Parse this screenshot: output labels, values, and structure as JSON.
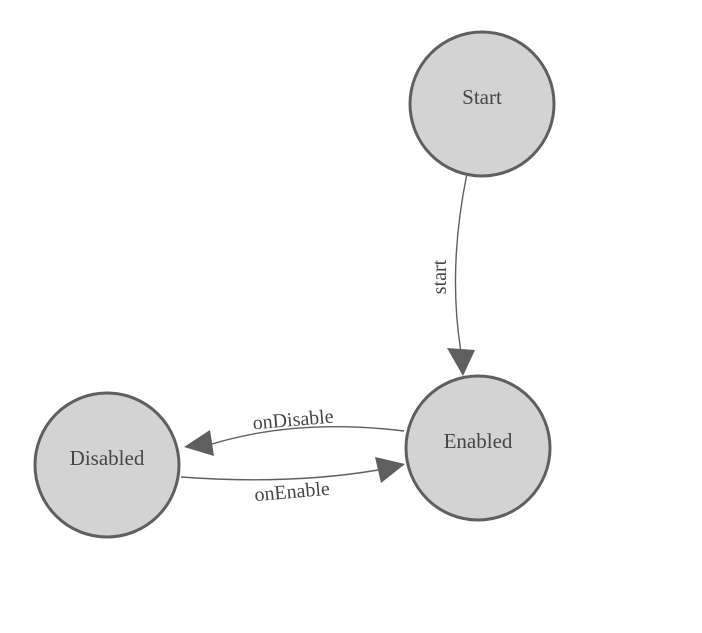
{
  "diagram": {
    "type": "state-machine-graph",
    "background": "#ffffff",
    "colors": {
      "node_fill": "#d3d3d3",
      "node_stroke": "#5f5f5f",
      "edge": "#5f5f5f",
      "label": "#464646"
    },
    "nodes": [
      {
        "id": "Start",
        "label": "Start"
      },
      {
        "id": "Enabled",
        "label": "Enabled"
      },
      {
        "id": "Disabled",
        "label": "Disabled"
      }
    ],
    "edges": [
      {
        "from": "Start",
        "to": "Enabled",
        "label": "start"
      },
      {
        "from": "Enabled",
        "to": "Disabled",
        "label": "onDisable"
      },
      {
        "from": "Disabled",
        "to": "Enabled",
        "label": "onEnable"
      }
    ]
  }
}
